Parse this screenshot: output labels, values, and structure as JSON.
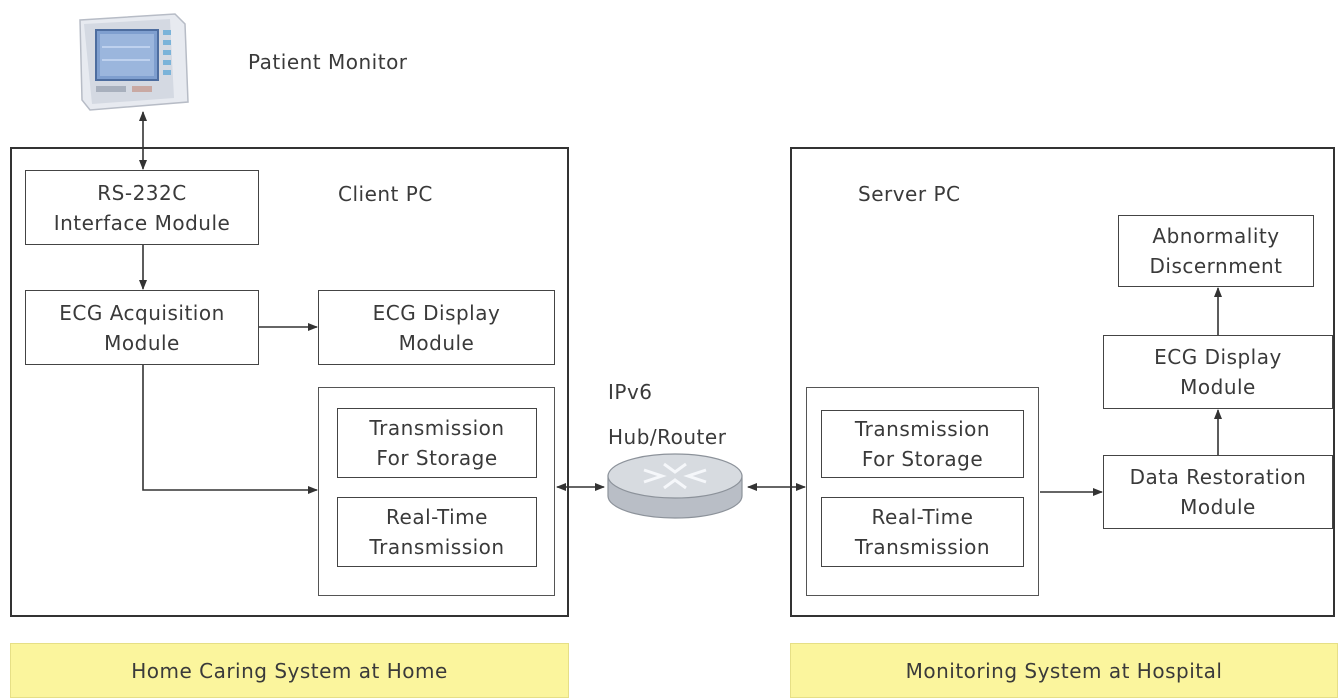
{
  "patient_monitor": {
    "label": "Patient Monitor",
    "icon": "patient-monitor-device-icon"
  },
  "client": {
    "title": "Client PC",
    "rs232_module": "RS-232C\nInterface Module",
    "ecg_acquisition": "ECG Acquisition\nModule",
    "ecg_display": "ECG Display\nModule",
    "transmission_storage": "Transmission\nFor Storage",
    "realtime_transmission": "Real-Time\nTransmission",
    "banner": "Home Caring System at Home"
  },
  "network": {
    "label_line1": "IPv6",
    "label_line2": "Hub/Router",
    "icon": "router-icon"
  },
  "server": {
    "title": "Server PC",
    "abnormality": "Abnormality\nDiscernment",
    "ecg_display": "ECG Display\nModule",
    "data_restoration": "Data Restoration\nModule",
    "transmission_storage": "Transmission\nFor Storage",
    "realtime_transmission": "Real-Time\nTransmission",
    "banner": "Monitoring System at Hospital"
  },
  "colors": {
    "banner": "#fbf59d",
    "line": "#333333",
    "screen": "#7f9fcf"
  }
}
